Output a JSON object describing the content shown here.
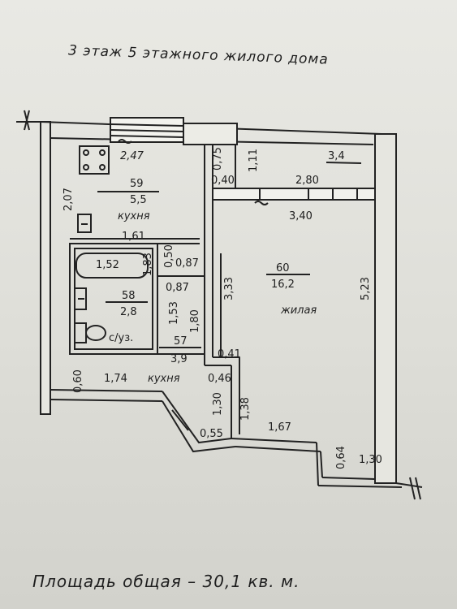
{
  "header": "3 этаж   5 этажного жилого дома",
  "footer": "Площадь общая  –  30,1 кв. м.",
  "rooms": {
    "kitchen": {
      "number": "59",
      "area": "5,5",
      "name": "кухня"
    },
    "living": {
      "number": "60",
      "area": "16,2",
      "name": "жилая"
    },
    "bathroom": {
      "number": "58",
      "area": "2,8",
      "name": "с/уз."
    },
    "hall": {
      "number": "57",
      "area": "3,9",
      "name": "кухня"
    },
    "balcony": {
      "area": "3,4"
    }
  },
  "dimensions": {
    "d_247": "2,47",
    "d_207": "2,07",
    "d_161": "1,61",
    "d_152": "1,52",
    "d_183": "1,83",
    "d_050": "0,50",
    "d_087a": "0,87",
    "d_087b": "0,87",
    "d_153": "1,53",
    "d_180": "1,80",
    "d_075": "0,75",
    "d_111": "1,11",
    "d_040": "0,40",
    "d_280": "2,80",
    "d_340": "3,40",
    "d_333": "3,33",
    "d_523": "5,23",
    "d_041": "0,41",
    "d_046": "0,46",
    "d_060": "0,60",
    "d_174": "1,74",
    "d_130a": "1,30",
    "d_138": "1,38",
    "d_055": "0,55",
    "d_167": "1,67",
    "d_064": "0,64",
    "d_130b": "1,30"
  }
}
